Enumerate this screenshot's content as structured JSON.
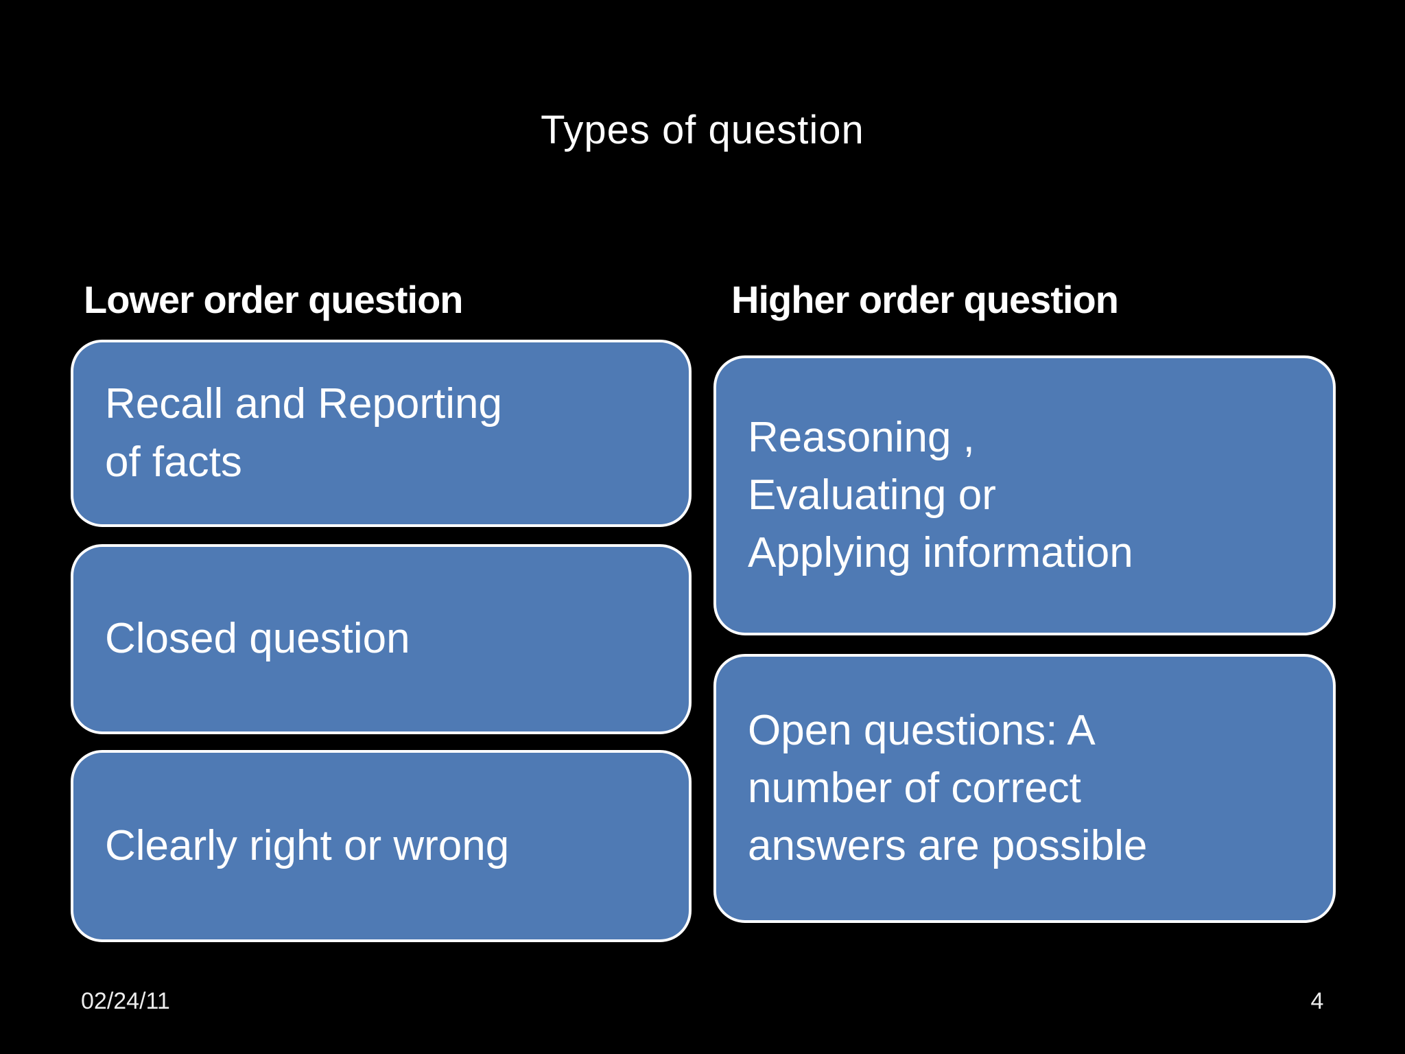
{
  "slide": {
    "title": "Types of question",
    "columns": [
      {
        "header": "Lower order question",
        "boxes": [
          "Recall and Reporting\nof facts",
          "Closed question",
          "Clearly right or wrong"
        ]
      },
      {
        "header": "Higher order question",
        "boxes": [
          "Reasoning ,\nEvaluating or\nApplying information",
          "Open questions: A\nnumber of correct\nanswers are possible"
        ]
      }
    ],
    "footer": {
      "date": "02/24/11",
      "page_number": "4"
    },
    "colors": {
      "background": "#000000",
      "box_fill": "#4f7ab4",
      "box_border": "#ffffff",
      "text": "#ffffff"
    }
  }
}
